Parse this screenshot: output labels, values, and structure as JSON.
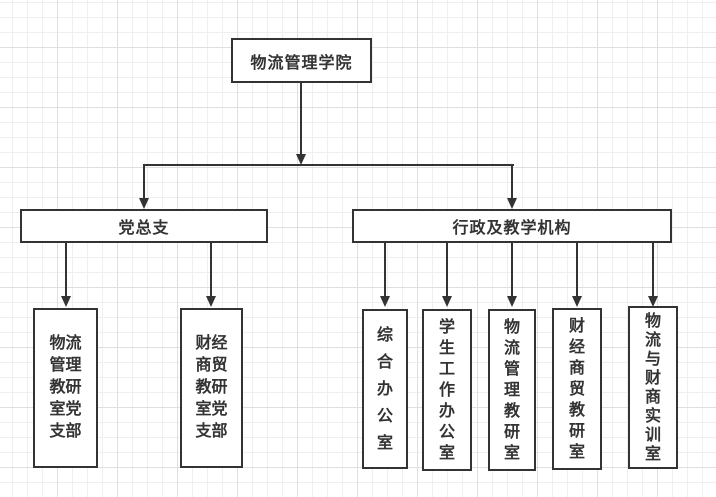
{
  "diagram": {
    "type": "org-chart",
    "colors": {
      "line": "#333333",
      "node_border": "#333333",
      "node_background": "#ffffff",
      "text": "#333333",
      "grid_minor": "#efefef",
      "grid_major": "#dfdfdf",
      "canvas_background": "#ffffff"
    },
    "root": {
      "label": "物流管理学院"
    },
    "branches": [
      {
        "label": "党总支"
      },
      {
        "label": "行政及教学机构"
      }
    ],
    "party_children": [
      {
        "label": "物流管理教研室党支部"
      },
      {
        "label": "财经商贸教研室党支部"
      }
    ],
    "admin_children": [
      {
        "label": "综合办公室"
      },
      {
        "label": "学生工作办公室"
      },
      {
        "label": "物流管理教研室"
      },
      {
        "label": "财经商贸教研室"
      },
      {
        "label": "物流与财商实训室"
      }
    ]
  }
}
